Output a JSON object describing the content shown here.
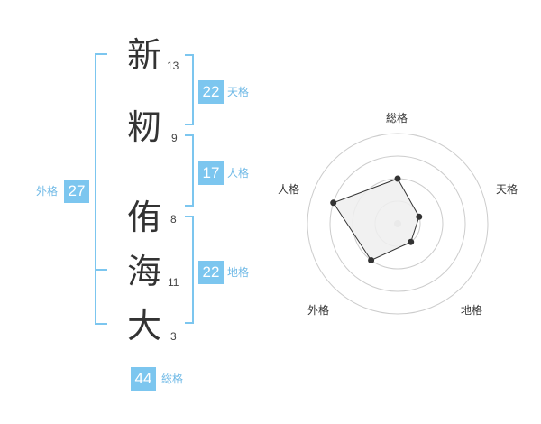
{
  "name": {
    "characters": [
      {
        "char": "新",
        "strokes": "13"
      },
      {
        "char": "籾",
        "strokes": "9"
      },
      {
        "char": "侑",
        "strokes": "8"
      },
      {
        "char": "海",
        "strokes": "11"
      },
      {
        "char": "大",
        "strokes": "3"
      }
    ]
  },
  "scores": {
    "tenkaku": {
      "value": "22",
      "label": "天格"
    },
    "jinkaku": {
      "value": "17",
      "label": "人格"
    },
    "chikaku": {
      "value": "22",
      "label": "地格"
    },
    "gaikaku": {
      "value": "27",
      "label": "外格"
    },
    "soukaku": {
      "value": "44",
      "label": "総格"
    }
  },
  "colors": {
    "accent": "#7cc6ef",
    "kanji": "#333333",
    "radar_fill": "#eeeeee",
    "radar_ring": "#cccccc"
  },
  "chart_data": {
    "type": "radar",
    "axes": [
      "総格",
      "天格",
      "地格",
      "外格",
      "人格"
    ],
    "rings": 4,
    "max": 4,
    "values": [
      2.0,
      1.0,
      1.0,
      2.0,
      3.0
    ]
  }
}
